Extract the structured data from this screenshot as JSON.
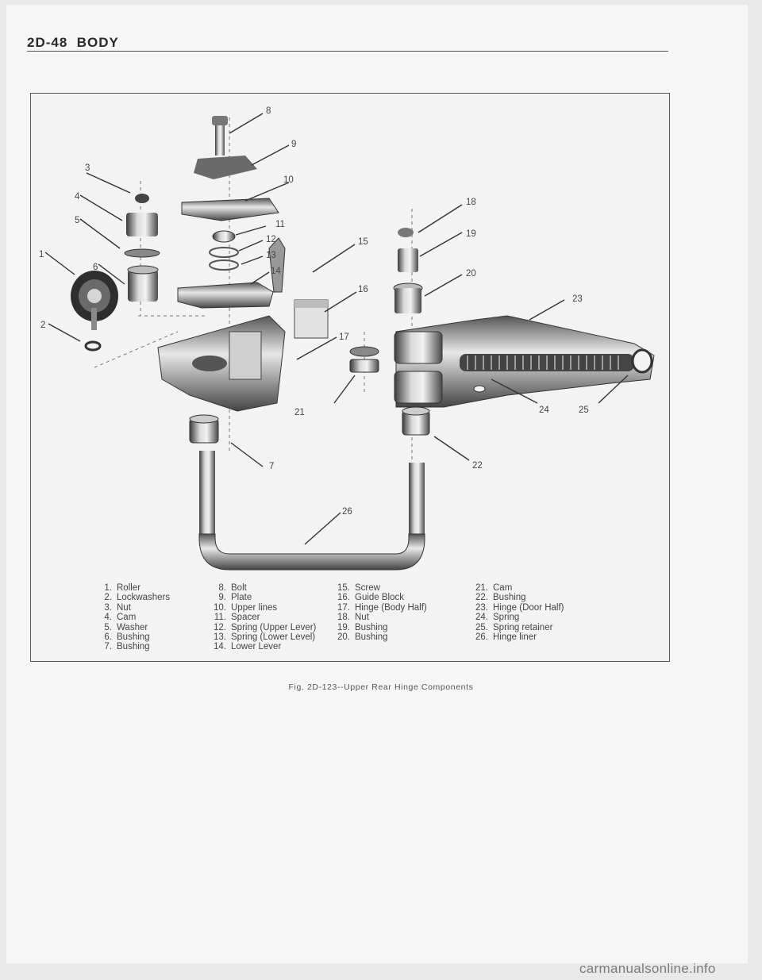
{
  "page": {
    "section": "2D-48",
    "title": "BODY"
  },
  "figure": {
    "caption": "Fig. 2D-123--Upper Rear Hinge Components",
    "callouts": [
      "1",
      "2",
      "3",
      "4",
      "5",
      "6",
      "7",
      "8",
      "9",
      "10",
      "11",
      "12",
      "13",
      "14",
      "15",
      "16",
      "17",
      "18",
      "19",
      "20",
      "21",
      "22",
      "23",
      "24",
      "25",
      "26"
    ],
    "legend": [
      [
        {
          "num": "1.",
          "label": "Roller"
        },
        {
          "num": "2.",
          "label": "Lockwashers"
        },
        {
          "num": "3.",
          "label": "Nut"
        },
        {
          "num": "4.",
          "label": "Cam"
        },
        {
          "num": "5.",
          "label": "Washer"
        },
        {
          "num": "6.",
          "label": "Bushing"
        },
        {
          "num": "7.",
          "label": "Bushing"
        }
      ],
      [
        {
          "num": "8.",
          "label": "Bolt"
        },
        {
          "num": "9.",
          "label": "Plate"
        },
        {
          "num": "10.",
          "label": "Upper lines"
        },
        {
          "num": "11.",
          "label": "Spacer"
        },
        {
          "num": "12.",
          "label": "Spring (Upper Lever)"
        },
        {
          "num": "13.",
          "label": "Spring (Lower Level)"
        },
        {
          "num": "14.",
          "label": "Lower Lever"
        }
      ],
      [
        {
          "num": "15.",
          "label": "Screw"
        },
        {
          "num": "16.",
          "label": "Guide Block"
        },
        {
          "num": "17.",
          "label": "Hinge (Body Half)"
        },
        {
          "num": "18.",
          "label": "Nut"
        },
        {
          "num": "19.",
          "label": "Bushing"
        },
        {
          "num": "20.",
          "label": "Bushing"
        }
      ],
      [
        {
          "num": "21.",
          "label": "Cam"
        },
        {
          "num": "22.",
          "label": "Bushing"
        },
        {
          "num": "23.",
          "label": "Hinge (Door Half)"
        },
        {
          "num": "24.",
          "label": "Spring"
        },
        {
          "num": "25.",
          "label": "Spring retainer"
        },
        {
          "num": "26.",
          "label": "Hinge liner"
        }
      ]
    ]
  },
  "watermark": "carmanualsonline.info"
}
